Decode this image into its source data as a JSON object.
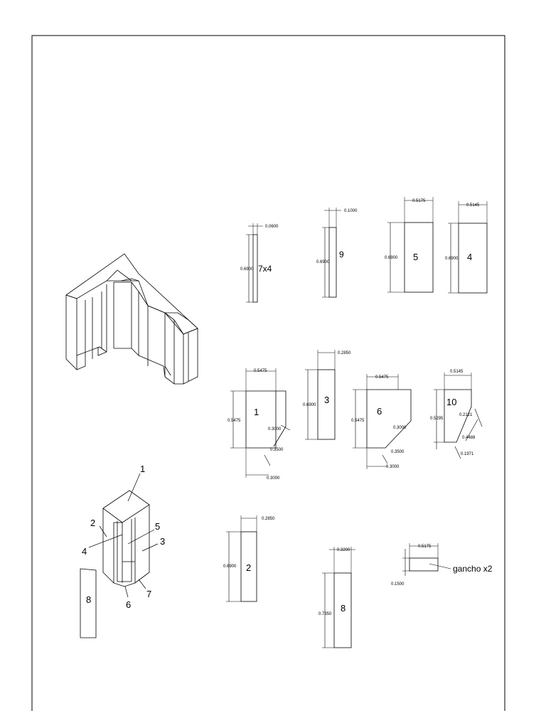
{
  "parts": {
    "p7": {
      "label": "7x4",
      "height": "0.6900",
      "width": "0.0600"
    },
    "p9": {
      "label": "9",
      "height": "0.6900",
      "width": "0.1000"
    },
    "p5": {
      "label": "5",
      "height": "0.6900",
      "width": "0.5175"
    },
    "p4": {
      "label": "4",
      "height": "0.6900",
      "width": "0.5145"
    },
    "p1": {
      "label": "1",
      "width": "0.5475",
      "height": "0.5475",
      "d1": "0.3000",
      "d2": "0.3500",
      "d3": "0.3000"
    },
    "p3": {
      "label": "3",
      "height": "0.6900",
      "width": "0.2850"
    },
    "p6": {
      "label": "6",
      "width": "0.5475",
      "height": "0.5475",
      "d1": "0.3000",
      "d2": "0.3500",
      "d3": "0.3000"
    },
    "p10": {
      "label": "10",
      "width": "0.5145",
      "height": "0.5295",
      "d1": "0.2121",
      "d2": "0.4488",
      "d3": "0.1971"
    },
    "p2": {
      "label": "2",
      "height": "0.6900",
      "width": "0.2850"
    },
    "p8": {
      "label": "8",
      "height": "0.7350",
      "width": "0.3200"
    },
    "gancho": {
      "label": "gancho x2",
      "height": "0.1500",
      "width": "0.5175"
    }
  },
  "exploded_view": {
    "callouts": [
      "1",
      "2",
      "3",
      "4",
      "5",
      "6",
      "7"
    ],
    "door_label": "8"
  }
}
